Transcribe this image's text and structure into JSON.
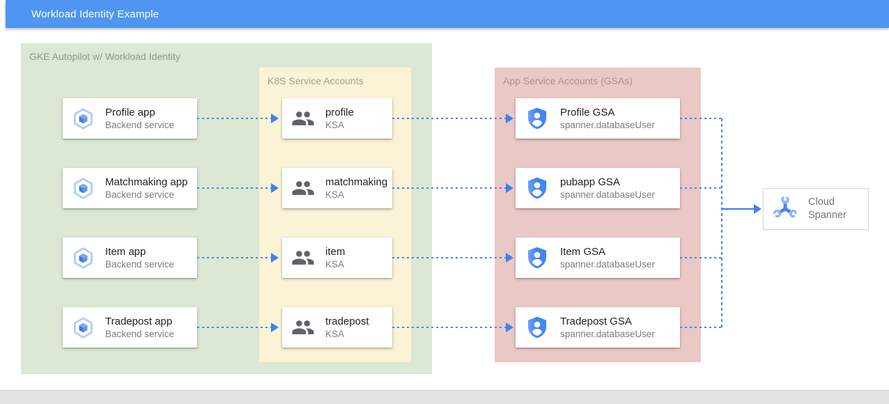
{
  "header": {
    "title": "Workload Identity Example"
  },
  "containers": {
    "gke_label": "GKE Autopilot w/ Workload Identity",
    "ksa_label": "K8S Service Accounts",
    "gsa_label": "App Service Accounts (GSAs)"
  },
  "rows": [
    {
      "app_title": "Profile app",
      "app_subtitle": "Backend service",
      "ksa_title": "profile",
      "ksa_subtitle": "KSA",
      "gsa_title": "Profile GSA",
      "gsa_subtitle": "spanner.databaseUser"
    },
    {
      "app_title": "Matchmaking app",
      "app_subtitle": "Backend service",
      "ksa_title": "matchmaking",
      "ksa_subtitle": "KSA",
      "gsa_title": "pubapp GSA",
      "gsa_subtitle": "spanner.databaseUser"
    },
    {
      "app_title": "Item app",
      "app_subtitle": "Backend service",
      "ksa_title": "item",
      "ksa_subtitle": "KSA",
      "gsa_title": "Item GSA",
      "gsa_subtitle": "spanner.databaseUser"
    },
    {
      "app_title": "Tradepost app",
      "app_subtitle": "Backend service",
      "ksa_title": "tradepost",
      "ksa_subtitle": "KSA",
      "gsa_title": "Tradepost GSA",
      "gsa_subtitle": "spanner.databaseUser"
    }
  ],
  "spanner": {
    "line1": "Cloud",
    "line2": "Spanner"
  },
  "icons": {
    "app": "gke-hexagon-icon",
    "ksa": "people-icon",
    "gsa": "shield-person-icon",
    "spanner": "spanner-wrench-icon"
  },
  "colors": {
    "header_blue": "#4e96f1",
    "container_green": "#dce8d3",
    "container_yellow": "#fbf3d6",
    "container_pink": "#eac8c6",
    "connector_blue": "#4285f4",
    "footer_gray": "#e1e1e1"
  }
}
